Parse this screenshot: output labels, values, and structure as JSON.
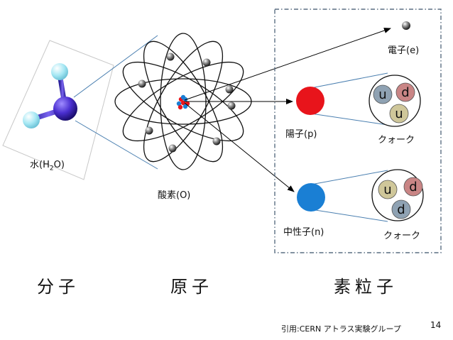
{
  "labels": {
    "water_pre": "水(H",
    "water_sub": "2",
    "water_post": "O)",
    "oxygen": "酸素(O)",
    "electron": "電子(e)",
    "proton": "陽子(p)",
    "neutron": "中性子(n)",
    "quark_proton": "クォーク",
    "quark_neutron": "クォーク"
  },
  "quarks": {
    "proton": [
      "u",
      "d",
      "u"
    ],
    "neutron": [
      "u",
      "d",
      "d"
    ]
  },
  "categories": {
    "molecule": "分子",
    "atom": "原子",
    "particle": "素粒子"
  },
  "citation": "引用:CERN アトラス実験グループ",
  "page_number": "14",
  "colors": {
    "proton": "#e8141b",
    "neutron": "#1a7fd4",
    "oxygen_atom": "#4a2fd0",
    "hydrogen_atom": "#a7e8f4",
    "quark_u": "#8fa2b3",
    "quark_d": "#c98585",
    "quark_u2": "#cfc79a",
    "connector": "#4a7fb0",
    "dashed_box": "#5a6e82"
  }
}
